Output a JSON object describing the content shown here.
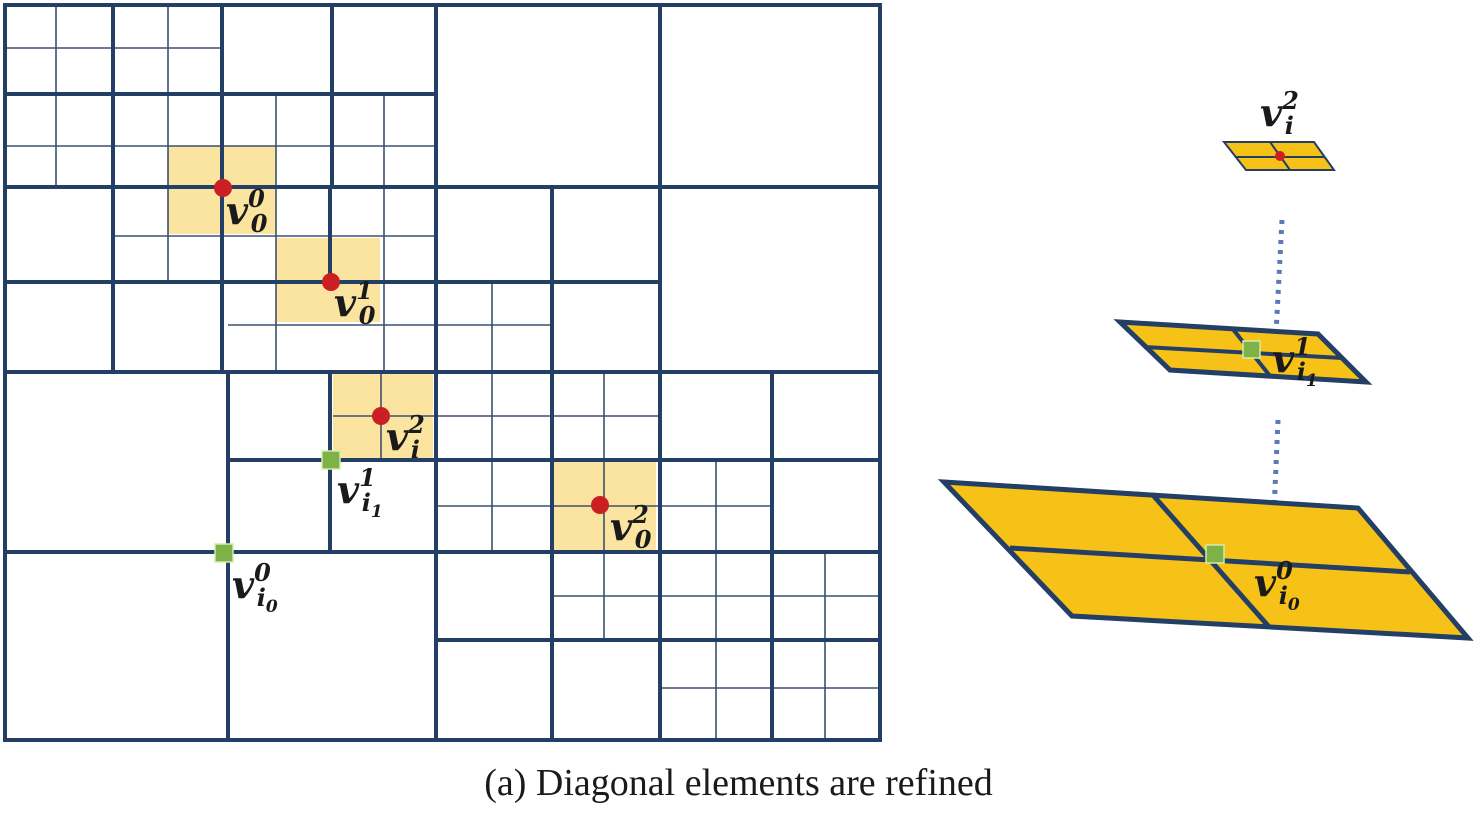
{
  "caption": "(a) Diagonal elements are refined",
  "colors": {
    "grid_line": "#243f66",
    "highlight_cell": "#fbe3a0",
    "element_fill": "#f6c218",
    "red_vertex": "#cc1f24",
    "green_vertex": "#7db246"
  },
  "labels": {
    "v00": {
      "base": "v",
      "sup": "0",
      "sub": "0"
    },
    "v01": {
      "base": "v",
      "sup": "1",
      "sub": "0"
    },
    "v2i": {
      "base": "v",
      "sup": "2",
      "sub": "i"
    },
    "vi11": {
      "base": "v",
      "sup": "1",
      "sub": "i",
      "subsub": "1"
    },
    "v02": {
      "base": "v",
      "sup": "2",
      "sub": "0"
    },
    "vi00": {
      "base": "v",
      "sup": "0",
      "sub": "i",
      "subsub": "0"
    },
    "r_v2i": {
      "base": "v",
      "sup": "2",
      "sub": "i"
    },
    "r_vi11": {
      "base": "v",
      "sup": "1",
      "sub": "i",
      "subsub": "1"
    },
    "r_vi00": {
      "base": "v",
      "sup": "0",
      "sub": "i",
      "subsub": "0"
    }
  }
}
